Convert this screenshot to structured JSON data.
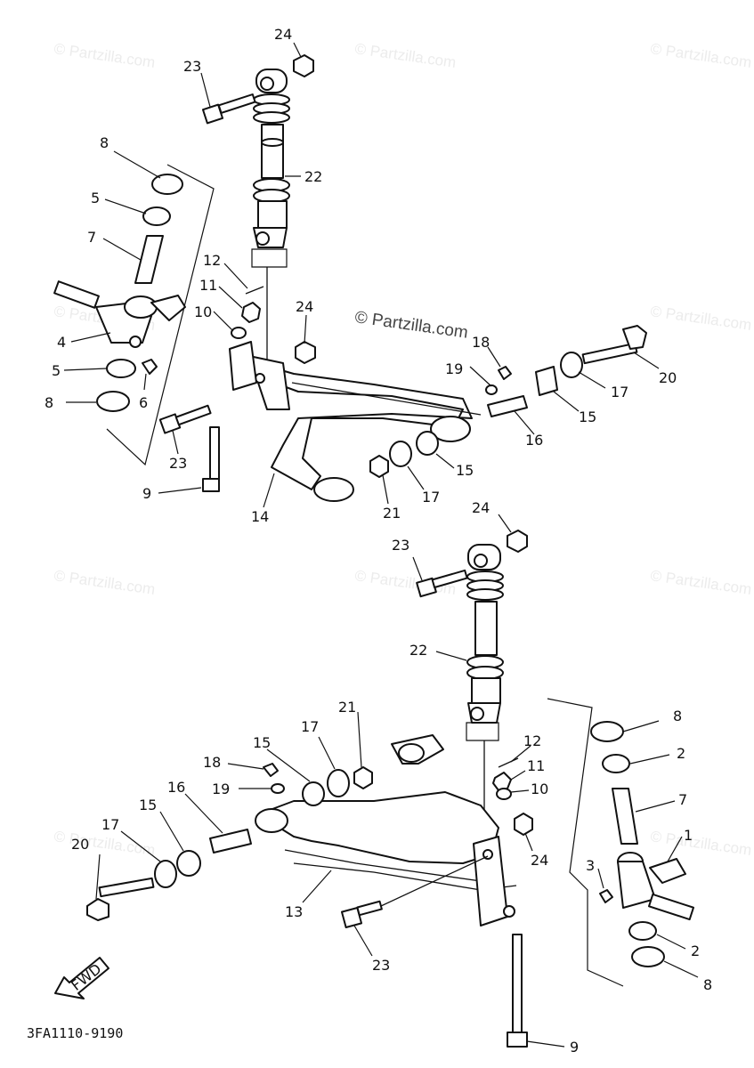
{
  "watermark_text": "© Partzilla.com",
  "center_watermark_text": "© Partzilla.com",
  "diagram_code": "3FA1110-9190",
  "fwd_label": "FWD",
  "callouts": {
    "c1": "1",
    "c2a": "2",
    "c2b": "2",
    "c3": "3",
    "c4": "4",
    "c5a": "5",
    "c5b": "5",
    "c6": "6",
    "c7a": "7",
    "c7b": "7",
    "c8a": "8",
    "c8b": "8",
    "c8c": "8",
    "c8d": "8",
    "c9a": "9",
    "c9b": "9",
    "c10a": "10",
    "c10b": "10",
    "c11a": "11",
    "c11b": "11",
    "c12a": "12",
    "c12b": "12",
    "c13": "13",
    "c14": "14",
    "c15a": "15",
    "c15b": "15",
    "c15c": "15",
    "c15d": "15",
    "c16a": "16",
    "c16b": "16",
    "c17a": "17",
    "c17b": "17",
    "c17c": "17",
    "c17d": "17",
    "c18a": "18",
    "c18b": "18",
    "c19a": "19",
    "c19b": "19",
    "c20a": "20",
    "c20b": "20",
    "c21a": "21",
    "c21b": "21",
    "c22a": "22",
    "c22b": "22",
    "c23a": "23",
    "c23b": "23",
    "c23c": "23",
    "c23d": "23",
    "c24a": "24",
    "c24b": "24",
    "c24c": "24",
    "c24d": "24"
  },
  "colors": {
    "ink": "#111111",
    "watermark": "#ececec",
    "background": "#ffffff"
  }
}
